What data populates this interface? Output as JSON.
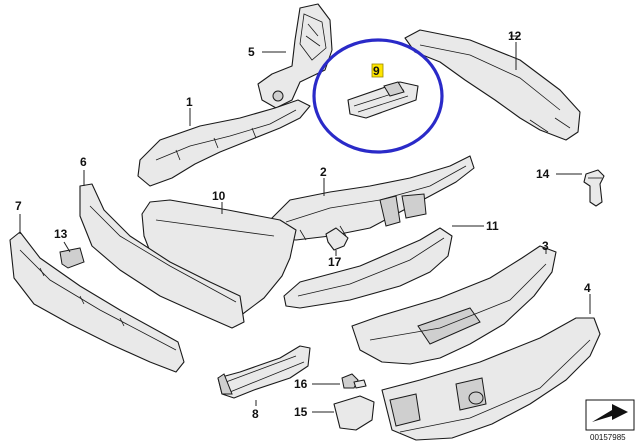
{
  "diagram": {
    "callouts": [
      {
        "id": "1",
        "label": "1"
      },
      {
        "id": "2",
        "label": "2"
      },
      {
        "id": "3",
        "label": "3"
      },
      {
        "id": "4",
        "label": "4"
      },
      {
        "id": "5",
        "label": "5"
      },
      {
        "id": "6",
        "label": "6"
      },
      {
        "id": "7",
        "label": "7"
      },
      {
        "id": "8",
        "label": "8"
      },
      {
        "id": "9",
        "label": "9",
        "highlighted": true
      },
      {
        "id": "10",
        "label": "10"
      },
      {
        "id": "11",
        "label": "11"
      },
      {
        "id": "12",
        "label": "12"
      },
      {
        "id": "13",
        "label": "13"
      },
      {
        "id": "14",
        "label": "14"
      },
      {
        "id": "15",
        "label": "15"
      },
      {
        "id": "16",
        "label": "16"
      },
      {
        "id": "17",
        "label": "17"
      }
    ],
    "highlight_color": "#ffe600",
    "circle_color": "#2a2ac8",
    "document_number": "00157985"
  }
}
